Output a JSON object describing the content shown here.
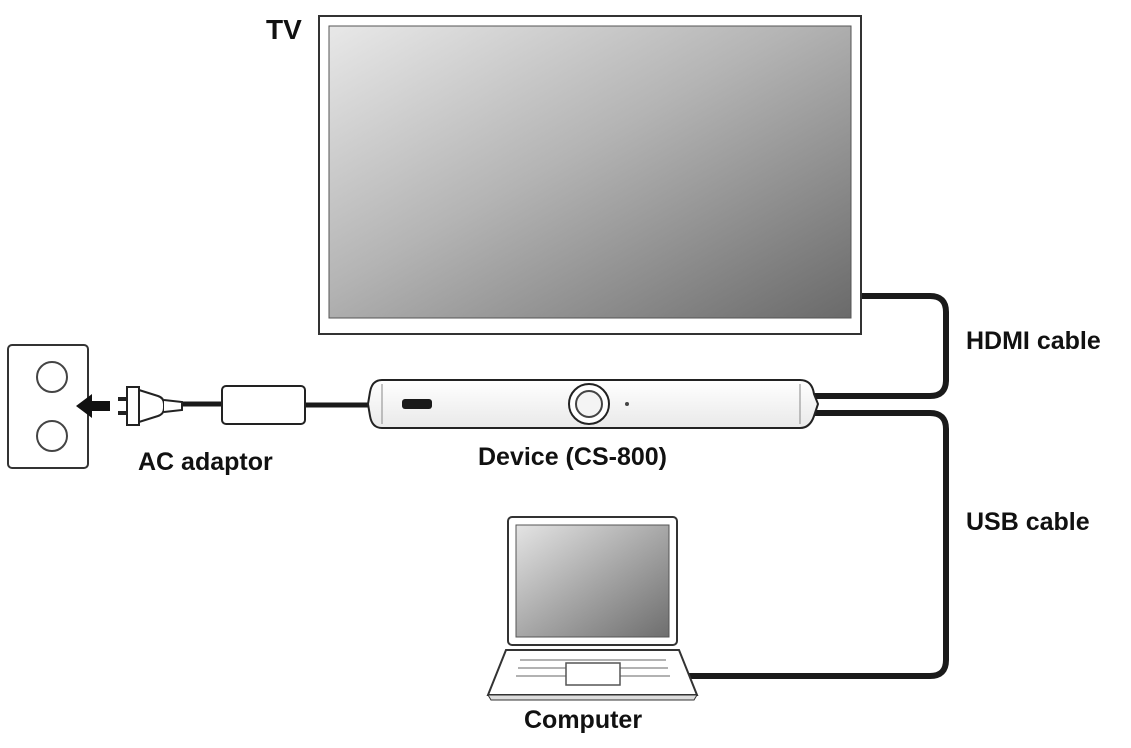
{
  "labels": {
    "tv": "TV",
    "hdmi_cable": "HDMI cable",
    "usb_cable": "USB cable",
    "ac_adaptor": "AC adaptor",
    "device": "Device (CS-800)",
    "computer": "Computer"
  },
  "colors": {
    "outline": "#222222",
    "cable": "#1a1a1a",
    "screen_light": "#e6e6e6",
    "screen_dark": "#707070",
    "body_fill": "#ffffff"
  },
  "icons": [
    "tv-icon",
    "wall-outlet-icon",
    "plug-icon",
    "ac-adaptor-icon",
    "device-bar-icon",
    "camera-lens-icon",
    "laptop-icon",
    "arrow-left-icon"
  ]
}
